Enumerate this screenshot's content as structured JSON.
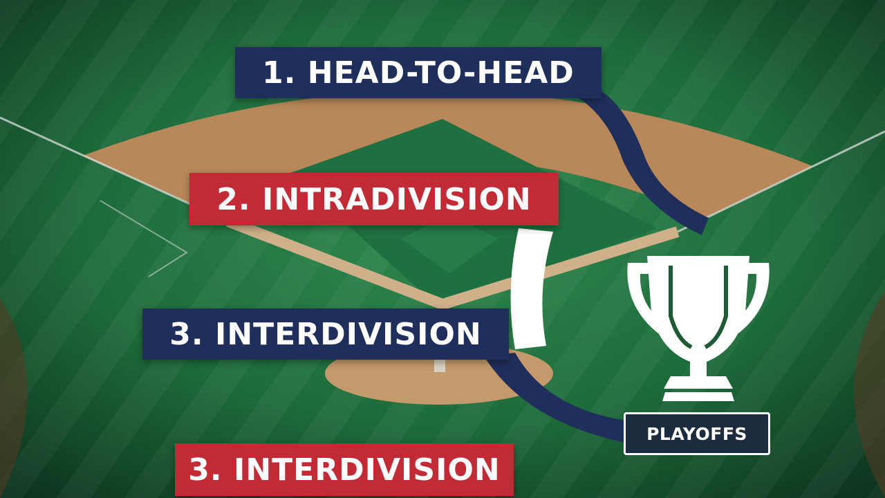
{
  "banners": [
    {
      "label": "1. HEAD-TO-HEAD",
      "color": "#1f2e5a"
    },
    {
      "label": "2. INTRADIVISION",
      "color": "#c22a36"
    },
    {
      "label": "3. INTERDIVISION",
      "color": "#1f2e5a"
    },
    {
      "label": "3. INTERDIVISION",
      "color": "#c22a36"
    }
  ],
  "trophy": {
    "icon": "trophy-icon",
    "label": "PLAYOFFS"
  },
  "colors": {
    "grass": "#1e6b3c",
    "infield_dirt": "#b98a5e",
    "navy": "#1f2e5a",
    "red": "#c22a36",
    "white": "#ffffff"
  }
}
